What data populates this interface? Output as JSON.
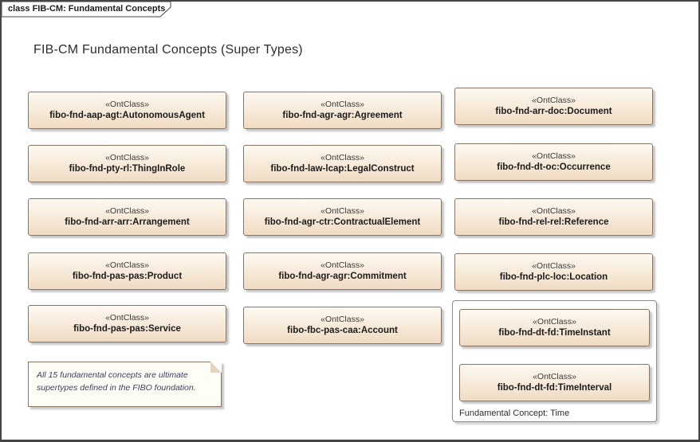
{
  "frame": {
    "tab_label": "class FIB-CM: Fundamental Concepts",
    "title": "FIB-CM Fundamental Concepts (Super Types)"
  },
  "stereotype": "«OntClass»",
  "columns": [
    {
      "items": [
        {
          "name": "fibo-fnd-aap-agt:AutonomousAgent"
        },
        {
          "name": "fibo-fnd-pty-rl:ThingInRole"
        },
        {
          "name": "fibo-fnd-arr-arr:Arrangement"
        },
        {
          "name": "fibo-fnd-pas-pas:Product"
        },
        {
          "name": "fibo-fnd-pas-pas:Service"
        }
      ]
    },
    {
      "items": [
        {
          "name": "fibo-fnd-agr-agr:Agreement"
        },
        {
          "name": "fibo-fnd-law-lcap:LegalConstruct"
        },
        {
          "name": "fibo-fnd-agr-ctr:ContractualElement"
        },
        {
          "name": "fibo-fnd-agr-agr:Commitment"
        },
        {
          "name": "fibo-fbc-pas-caa:Account"
        }
      ]
    },
    {
      "items": [
        {
          "name": "fibo-fnd-arr-doc:Document"
        },
        {
          "name": "fibo-fnd-dt-oc:Occurrence"
        },
        {
          "name": "fibo-fnd-rel-rel:Reference"
        },
        {
          "name": "fibo-fnd-plc-loc:Location"
        }
      ]
    }
  ],
  "time_group": {
    "label": "Fundamental Concept: Time",
    "items": [
      {
        "name": "fibo-fnd-dt-fd:TimeInstant"
      },
      {
        "name": "fibo-fnd-dt-fd:TimeInterval"
      }
    ]
  },
  "note": {
    "text": "All 15 fundamental concepts are ultimate supertypes defined in the FIBO foundation."
  },
  "colors": {
    "box_gradient_top": "#fdf9f2",
    "box_gradient_bottom": "#f0dbc3",
    "box_border": "#8a7565",
    "frame_border": "#454545",
    "note_text": "#3d3d63",
    "shadow": "#c6c6c6"
  }
}
